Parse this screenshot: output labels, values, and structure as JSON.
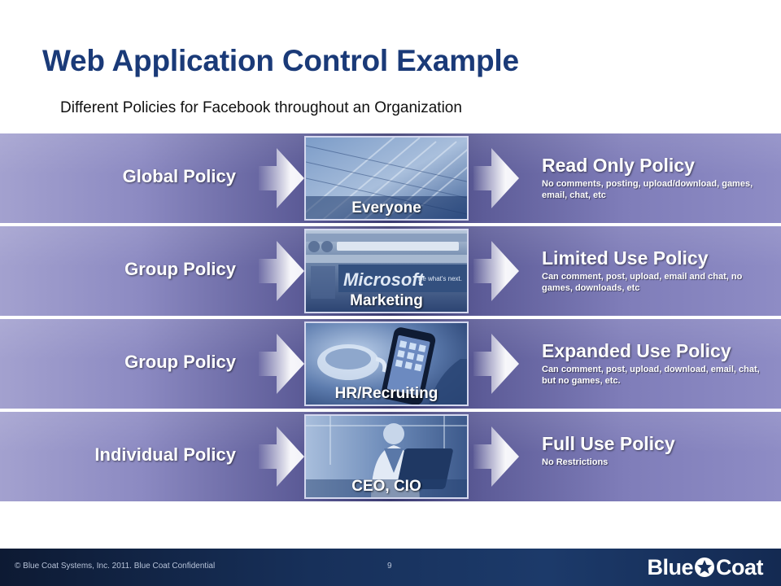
{
  "slide": {
    "title": "Web Application Control Example",
    "subtitle": "Different Policies for Facebook throughout an Organization"
  },
  "rows": [
    {
      "label": "Global Policy",
      "caption": "Everyone",
      "policy_title": "Read Only Policy",
      "policy_desc": "No comments, posting, upload/download, games, email, chat, etc"
    },
    {
      "label": "Group Policy",
      "caption": "Marketing",
      "policy_title": "Limited Use Policy",
      "policy_desc": "Can comment, post, upload, email and chat, no games, downloads, etc"
    },
    {
      "label": "Group Policy",
      "caption": "HR/Recruiting",
      "policy_title": "Expanded Use Policy",
      "policy_desc": "Can comment, post, upload, download, email, chat, but no games, etc."
    },
    {
      "label": "Individual Policy",
      "caption": "CEO, CIO",
      "policy_title": "Full Use Policy",
      "policy_desc": "No Restrictions"
    }
  ],
  "photo_texts": {
    "browser_word": "Microsoft",
    "browser_tag": "Be what's next."
  },
  "footer": {
    "copyright": "© Blue Coat Systems, Inc. 2011. Blue Coat Confidential",
    "page_number": "9",
    "logo_left": "Blue",
    "logo_right": "Coat"
  },
  "colors": {
    "title": "#1a3a78",
    "band_dark": "#3a3a70",
    "band_light": "#a3a1cf",
    "footer": "#17305a"
  },
  "icons": [
    "arrow-right-icon",
    "star-icon"
  ]
}
